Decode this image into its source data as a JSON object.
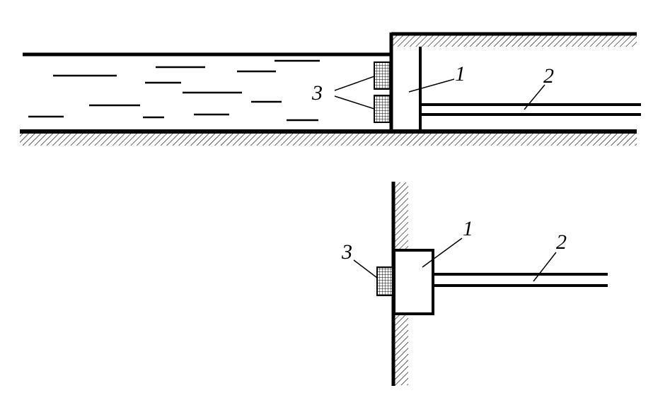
{
  "diagram": {
    "top_view": {
      "labels": {
        "part1": "1",
        "part2": "2",
        "part3": "3"
      }
    },
    "bottom_view": {
      "labels": {
        "part1": "1",
        "part2": "2",
        "part3": "3"
      }
    }
  }
}
